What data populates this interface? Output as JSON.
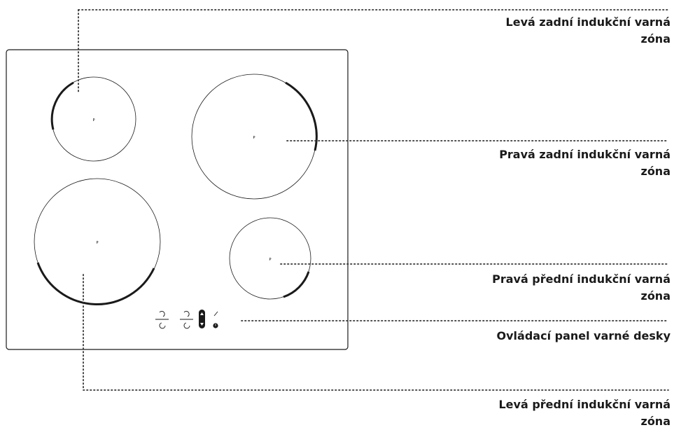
{
  "hob": {
    "zones": [
      {
        "id": "rear-left",
        "marker": "P"
      },
      {
        "id": "rear-right",
        "marker": "P"
      },
      {
        "id": "front-left",
        "marker": "P"
      },
      {
        "id": "front-right",
        "marker": "P"
      }
    ]
  },
  "callouts": {
    "rear_left": {
      "line1": "Levá zadní indukční varná",
      "line2": "zóna"
    },
    "rear_right": {
      "line1": "Pravá zadní indukční varná",
      "line2": "zóna"
    },
    "front_right": {
      "line1": "Pravá přední indukční varná",
      "line2": "zóna"
    },
    "control_panel": {
      "line1": "Ovládací panel varné desky"
    },
    "front_left": {
      "line1": "Levá přední indukční varná",
      "line2": "zóna"
    }
  },
  "colors": {
    "line": "#1a1a1a",
    "leader": "#333333"
  }
}
